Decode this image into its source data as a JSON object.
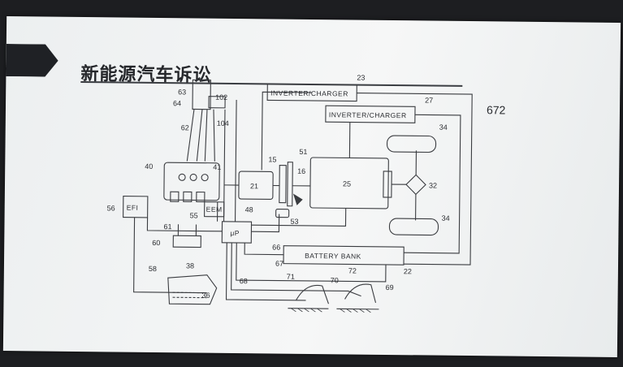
{
  "slide": {
    "title": "新能源汽车诉讼",
    "page_number": "672"
  },
  "diagram": {
    "boxes": {
      "inverter_charger_top": "INVERTER/CHARGER",
      "inverter_charger_mid": "INVERTER/CHARGER",
      "battery_bank": "BATTERY BANK",
      "efi": "EFI",
      "eem": "EEM",
      "microprocessor": "μP",
      "motor_21": "21",
      "motor_25": "25"
    },
    "refs": [
      "23",
      "27",
      "34",
      "34",
      "32",
      "51",
      "15",
      "16",
      "53",
      "63",
      "64",
      "102",
      "104",
      "62",
      "40",
      "41",
      "56",
      "48",
      "55",
      "61",
      "60",
      "58",
      "38",
      "36",
      "66",
      "67",
      "22",
      "68",
      "71",
      "70",
      "72",
      "69"
    ]
  }
}
